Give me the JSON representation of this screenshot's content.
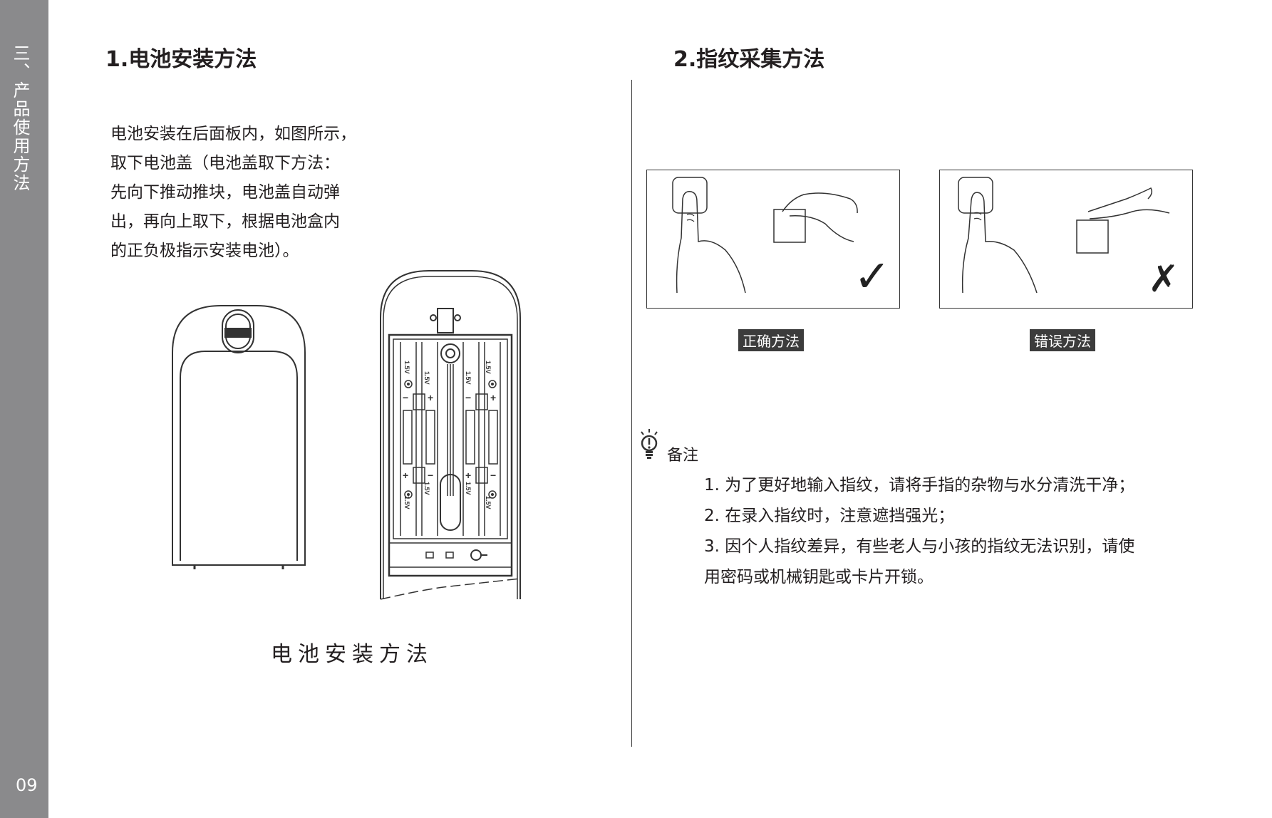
{
  "sidebar": {
    "section_title": "三、产品使用方法",
    "page_number": "09"
  },
  "battery": {
    "heading": "1.电池安装方法",
    "paragraph_lines": [
      "电池安装在后面板内，如图所示，",
      "取下电池盖（电池盖取下方法：",
      "先向下推动推块，电池盖自动弹",
      "出，再向上取下，根据电池盒内",
      "的正负极指示安装电池）。"
    ],
    "caption": "电池安装方法",
    "cell_label": "1.5V",
    "plus": "+",
    "minus": "−"
  },
  "fingerprint": {
    "heading": "2.指纹采集方法",
    "correct_label": "正确方法",
    "wrong_label": "错误方法",
    "correct_mark": "✓",
    "wrong_mark": "✗"
  },
  "notes": {
    "label": "备注",
    "items": [
      "1. 为了更好地输入指纹，请将手指的杂物与水分清洗干净；",
      "2. 在录入指纹时，注意遮挡强光；",
      "3. 因个人指纹差异，有些老人与小孩的指纹无法识别，请使",
      "  用密码或机械钥匙或卡片开锁。"
    ]
  }
}
